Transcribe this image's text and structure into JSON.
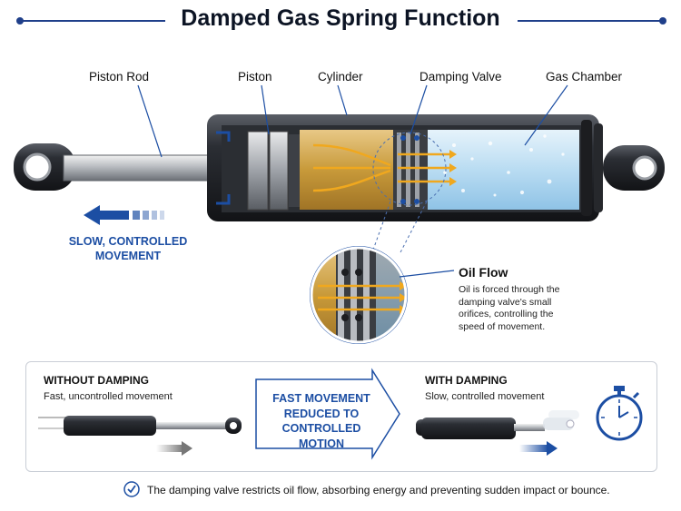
{
  "title": "Damped Gas Spring Function",
  "labels": {
    "piston_rod": "Piston Rod",
    "piston": "Piston",
    "cylinder": "Cylinder",
    "damping_valve": "Damping Valve",
    "gas_chamber": "Gas Chamber"
  },
  "slow_movement": "SLOW, CONTROLLED MOVEMENT",
  "oil_flow": {
    "title": "Oil Flow",
    "description": "Oil is forced through the damping valve's small orifices, controlling the speed of movement."
  },
  "comparison": {
    "without": {
      "title": "WITHOUT DAMPING",
      "subtitle": "Fast, uncontrolled movement"
    },
    "middle": "FAST MOVEMENT REDUCED TO CONTROLLED MOTION",
    "with": {
      "title": "WITH DAMPING",
      "subtitle": "Slow, controlled movement"
    }
  },
  "footer": "The damping valve restricts oil flow, absorbing energy and preventing sudden impact or bounce.",
  "icons": [
    "check-circle-icon",
    "stopwatch-icon",
    "arrow-left-icon",
    "arrow-right-icon"
  ],
  "colors": {
    "accent": "#1c4ea3",
    "oil": "#c89a3a",
    "gas": "#b9dcf2",
    "body": "#2a2d33",
    "flow": "#f0a81e"
  }
}
